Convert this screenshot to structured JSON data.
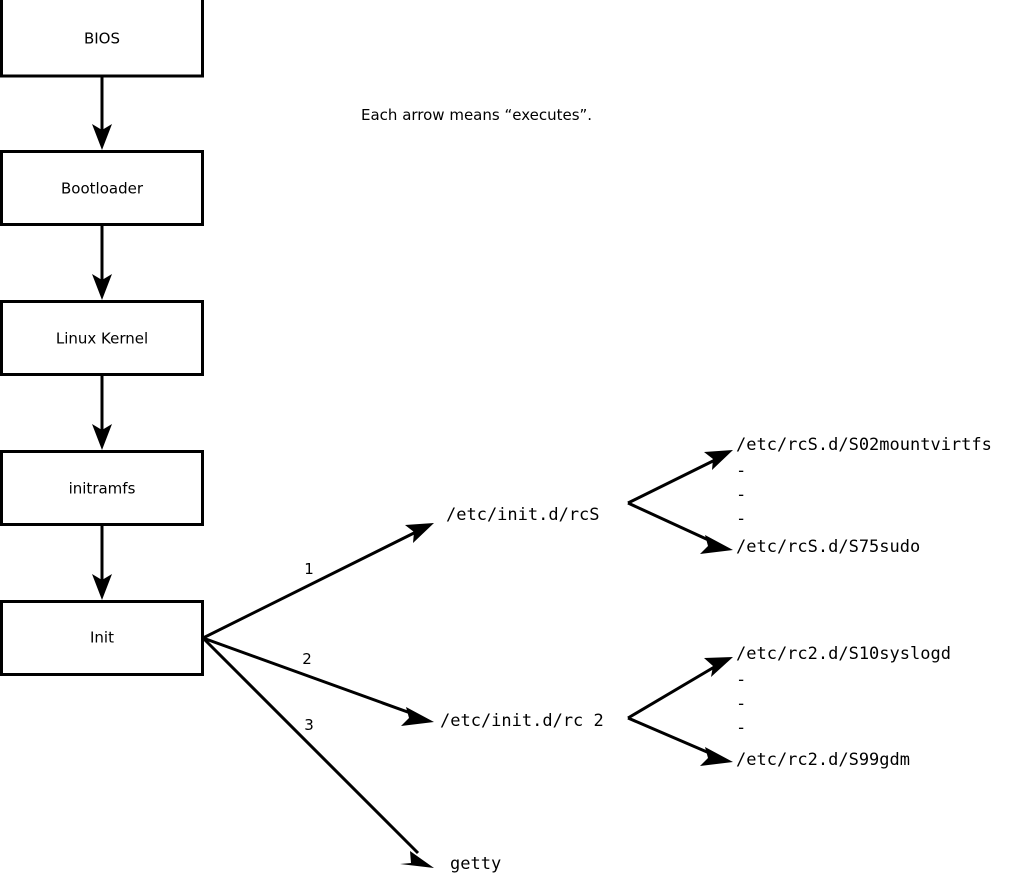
{
  "diagram": {
    "title_caption": "Each arrow means “executes”.",
    "colors": {
      "stroke": "#000000",
      "background": "#ffffff",
      "box_fill": "#ffffff"
    },
    "boxes": [
      {
        "id": "bios",
        "label": "BIOS"
      },
      {
        "id": "bootloader",
        "label": "Bootloader"
      },
      {
        "id": "kernel",
        "label": "Linux Kernel"
      },
      {
        "id": "initramfs",
        "label": "initramfs"
      },
      {
        "id": "init",
        "label": "Init"
      }
    ],
    "edge_numbers": [
      {
        "id": "edge-1",
        "label": "1"
      },
      {
        "id": "edge-2",
        "label": "2"
      },
      {
        "id": "edge-3",
        "label": "3"
      }
    ],
    "stage_labels": [
      {
        "id": "rcs",
        "label": "/etc/init.d/rcS"
      },
      {
        "id": "rc2",
        "label": "/etc/init.d/rc 2"
      },
      {
        "id": "getty",
        "label": "getty"
      }
    ],
    "rcs_scripts": {
      "first": "/etc/rcS.d/S02mountvirtfs",
      "last": "/etc/rcS.d/S75sudo",
      "ellipsis": [
        "-",
        "-",
        "-"
      ]
    },
    "rc2_scripts": {
      "first": "/etc/rc2.d/S10syslogd",
      "last": "/etc/rc2.d/S99gdm",
      "ellipsis": [
        "-",
        "-",
        "-"
      ]
    }
  }
}
